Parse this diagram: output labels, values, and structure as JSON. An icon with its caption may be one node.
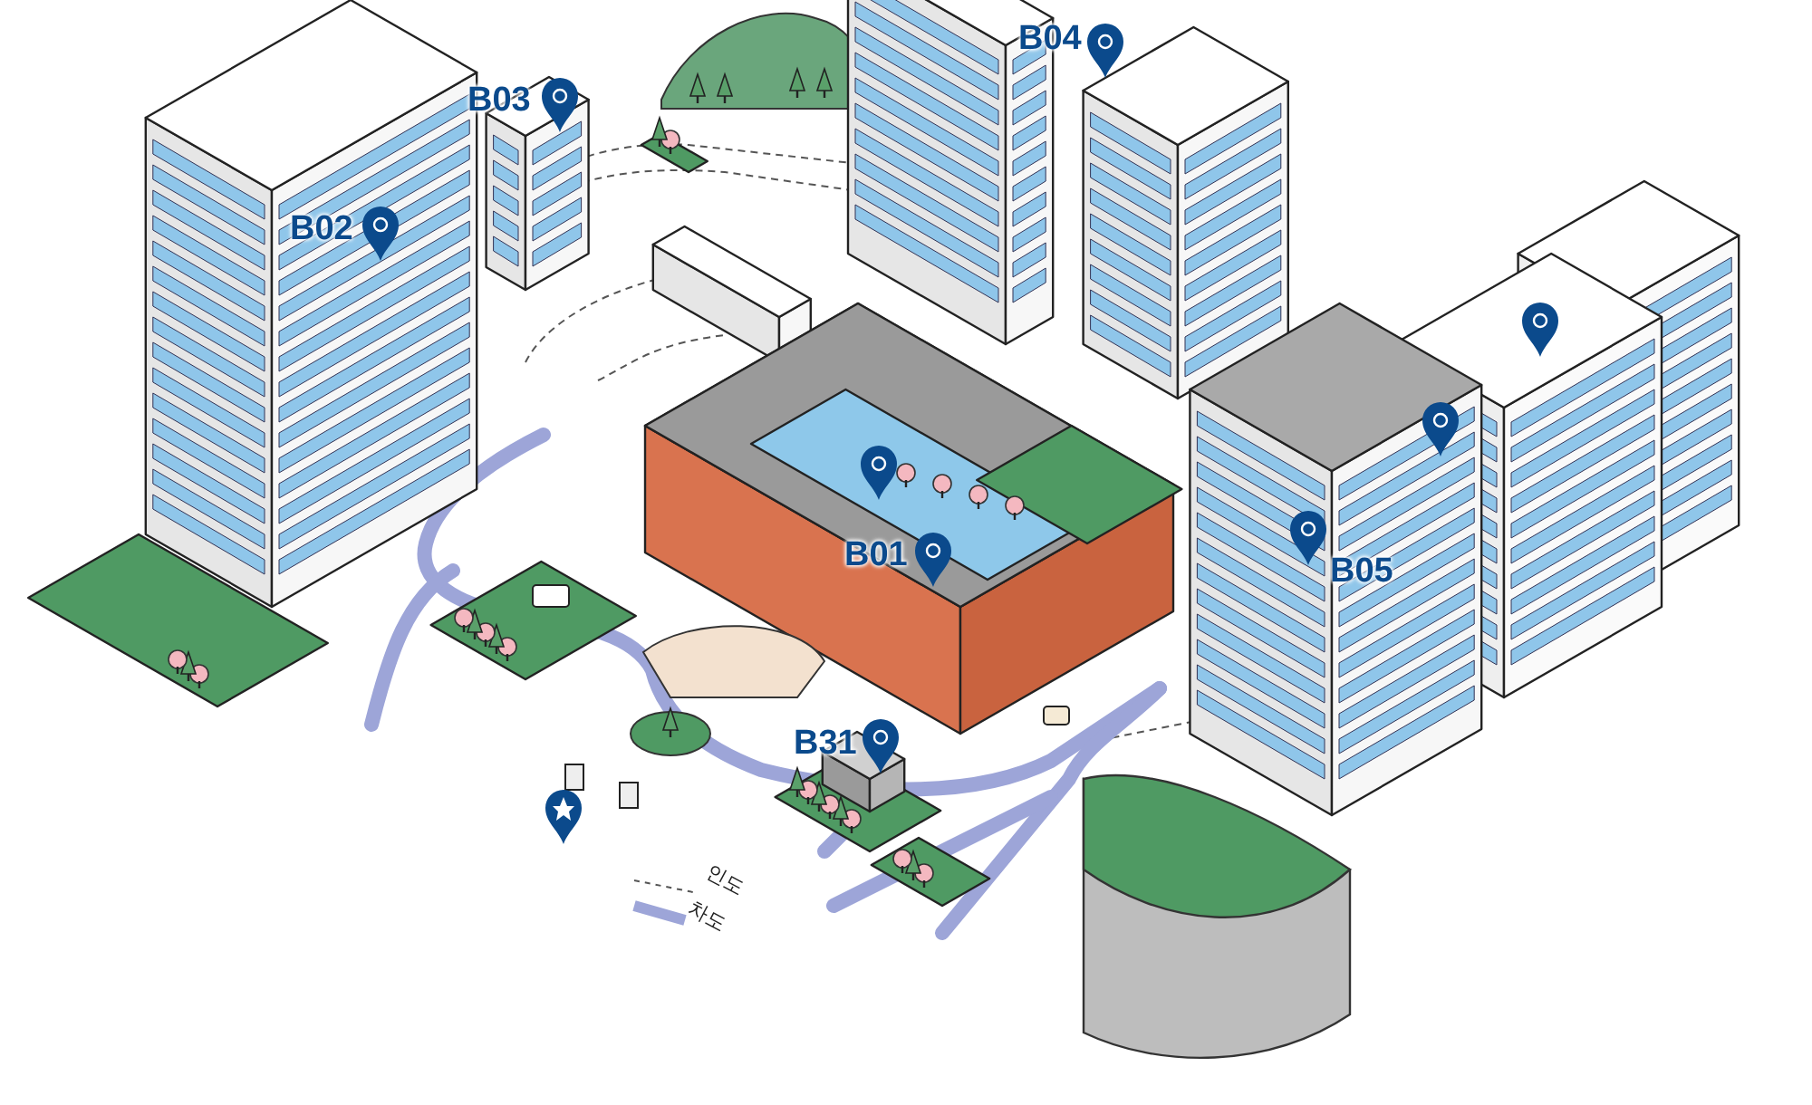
{
  "diagram": {
    "labels": [
      "B04",
      "B03",
      "B02",
      "B01",
      "B05",
      "B31"
    ],
    "legend": [
      {
        "text": "인도"
      },
      {
        "text": "차도"
      }
    ]
  }
}
